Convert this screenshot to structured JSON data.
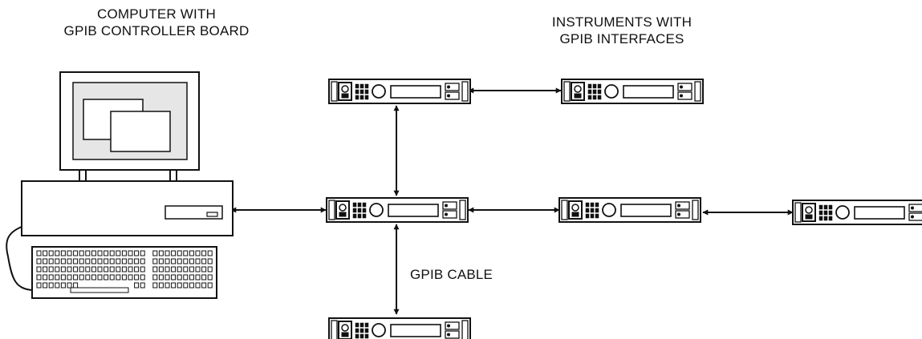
{
  "labels": {
    "computer": {
      "line1": "COMPUTER WITH",
      "line2": "GPIB CONTROLLER BOARD"
    },
    "instruments": {
      "line1": "INSTRUMENTS WITH",
      "line2": "GPIB  INTERFACES"
    },
    "cable": "GPIB CABLE"
  },
  "colors": {
    "ink": "#111111",
    "screen_fill": "#e6e6e6",
    "background": "#ffffff"
  },
  "nodes": [
    {
      "id": "computer",
      "kind": "computer"
    },
    {
      "id": "inst-top-left",
      "kind": "instrument"
    },
    {
      "id": "inst-top-right",
      "kind": "instrument"
    },
    {
      "id": "inst-center",
      "kind": "instrument"
    },
    {
      "id": "inst-mid-right",
      "kind": "instrument"
    },
    {
      "id": "inst-far-right",
      "kind": "instrument"
    },
    {
      "id": "inst-bottom",
      "kind": "instrument"
    }
  ],
  "connections": [
    [
      "inst-top-left",
      "inst-top-right"
    ],
    [
      "inst-top-left",
      "inst-center"
    ],
    [
      "computer",
      "inst-center"
    ],
    [
      "inst-center",
      "inst-mid-right"
    ],
    [
      "inst-mid-right",
      "inst-far-right"
    ],
    [
      "inst-center",
      "inst-bottom"
    ]
  ]
}
